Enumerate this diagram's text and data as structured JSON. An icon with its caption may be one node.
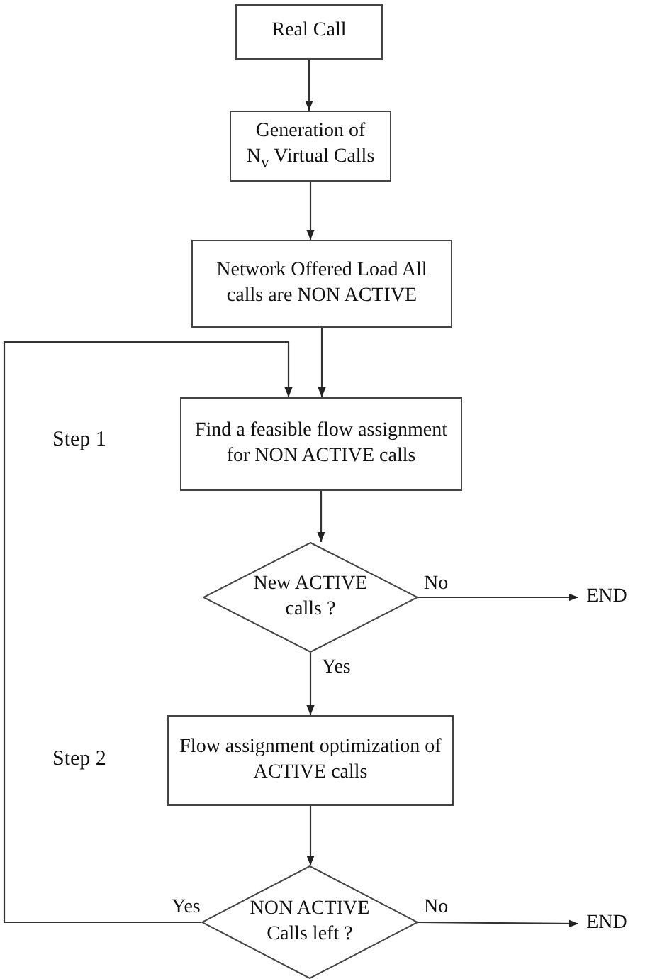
{
  "diagram": {
    "nodes": [
      {
        "text": [
          "Real Call"
        ]
      },
      {
        "text": [
          "Generation of N$_{v}$ Virtual Calls"
        ]
      },
      {
        "text": [
          "Network Offered Load All calls are NON ACTIVE"
        ]
      },
      {
        "text": [
          "Find a feasible flow assignment for NON ACTIVE calls"
        ]
      },
      {
        "text": [
          "New ACTIVE calls ?"
        ]
      },
      {
        "text": [
          "END"
        ]
      },
      {
        "text": [
          "Flow assignment optimization of ACTIVE calls"
        ]
      },
      {
        "text": [
          "NON ACTIVE Calls left ?"
        ]
      },
      {
        "text": [
          "END"
        ]
      }
    ],
    "edges": [
      {
        "from": 0,
        "to": 1,
        "arrow": "to"
      },
      {
        "from": 1,
        "to": 2,
        "arrow": "to"
      },
      {
        "from": 2,
        "to": 3,
        "arrow": "to"
      },
      {
        "from": 3,
        "to": 4,
        "arrow": "to"
      },
      {
        "from": 4,
        "to": 5,
        "arrow": "to",
        "label": "No"
      },
      {
        "from": 4,
        "to": 6,
        "arrow": "to",
        "label": "Yes"
      },
      {
        "from": 6,
        "to": 7,
        "arrow": "to"
      },
      {
        "from": 7,
        "to": 8,
        "arrow": "to",
        "label": "No"
      },
      {
        "from": 7,
        "to": 3,
        "arrow": "to",
        "label": "Yes"
      }
    ],
    "labels": [
      "Step 1",
      "Step 2"
    ]
  }
}
